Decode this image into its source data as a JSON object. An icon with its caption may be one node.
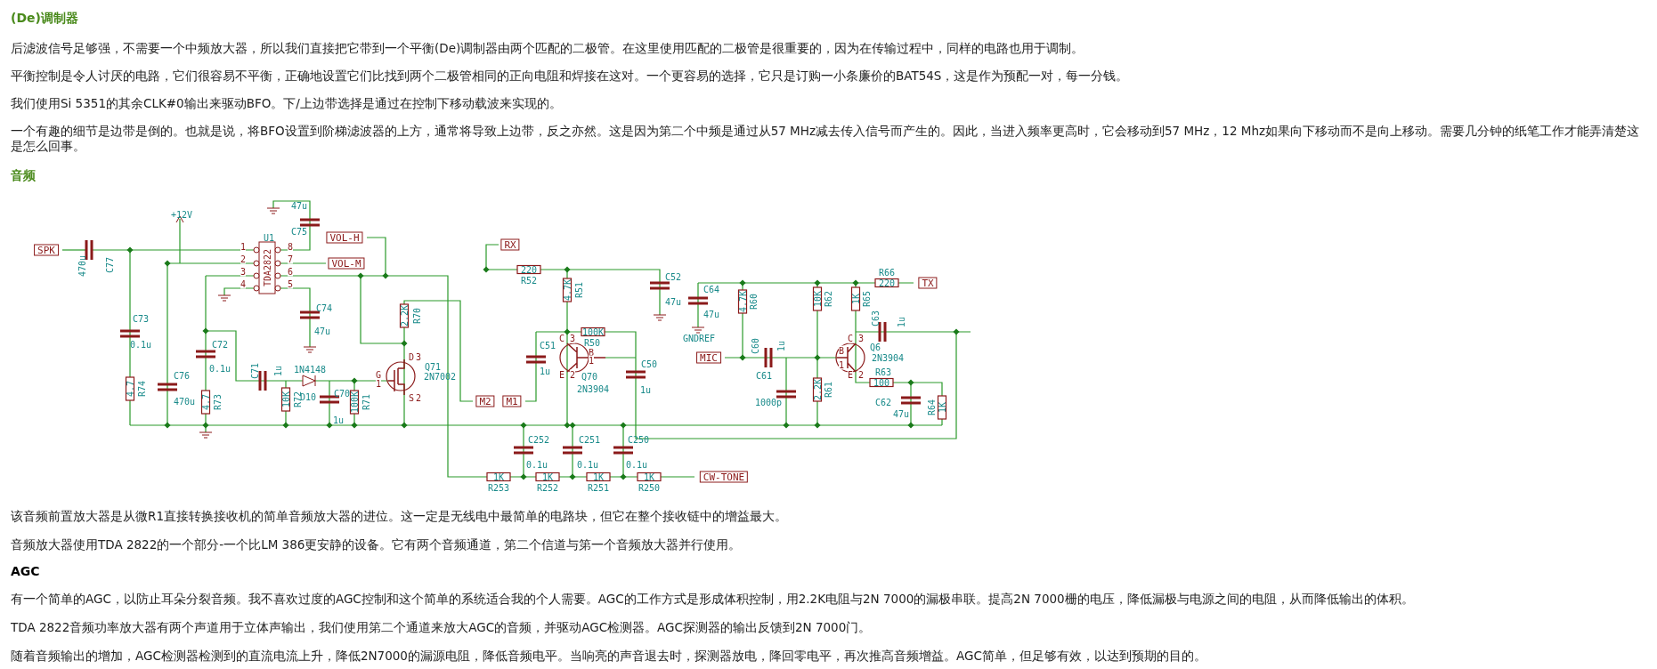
{
  "diagram": {
    "title": "(De)调制器",
    "labels": [
      "后滤波信号足够强，不需要一个中频放大器，所以我们直接把它带到一个平衡(De)调制器由两个匹配的二极管。在这里使用匹配的二极管是很重要的，因为在传输过程中，同样的电路也用于调制。",
      "平衡控制是令人讨厌的电路，它们很容易不平衡，正确地设置它们比找到两个二极管相同的正向电阻和焊接在这对。一个更容易的选择，它只是订购一小条廉价的BAT54S，这是作为预配一对，每一分钱。",
      "我们使用Si 5351的其余CLK#0输出来驱动BFO。下/上边带选择是通过在控制下移动载波来实现的。",
      "一个有趣的细节是边带是倒的。也就是说，将BFO设置到阶梯滤波器的上方，通常将导致上边带，反之亦然。这是因为第二个中频是通过从57 MHz减去传入信号而产生的。因此，当进入频率更高时，它会移动到57 MHz，12 Mhz如果向下移动而不是向上移动。需要几分钟的纸笔工作才能弄清楚这是怎么回事。",
      "音频",
      "+12V",
      "47u",
      "U1",
      "C75",
      "VOL-H",
      "SPK",
      "1",
      "8",
      "2",
      "7",
      "VOL-M",
      "470u",
      "C77",
      "TDA2822",
      "3",
      "6",
      "4",
      "5",
      "C74",
      "47u",
      "C73",
      "0.1u",
      "2.2K",
      "R70",
      "C72",
      "0.1u",
      "C76",
      "470u",
      "4.7",
      "R74",
      "4.7",
      "R73",
      "C71",
      "1u",
      "1N4148",
      "D10",
      "G",
      "1",
      "D",
      "3",
      "Q71",
      "2N7002",
      "S",
      "2",
      "10K",
      "R72",
      "C70",
      "1u",
      "100K",
      "R71",
      "M2",
      "RX",
      "220",
      "R52",
      "4.7K",
      "R51",
      "C52",
      "47u",
      "R66",
      "220",
      "TX",
      "C64",
      "47u",
      "4.7K",
      "R60",
      "10K",
      "R62",
      "1K",
      "R65",
      "C63",
      "1u",
      "GNDREF",
      "C51",
      "1u",
      "100K",
      "R50",
      "C",
      "3",
      "B",
      "1",
      "E",
      "2",
      "Q70",
      "2N3904",
      "C50",
      "1u",
      "M1",
      "MIC",
      "C60",
      "1u",
      "C61",
      "1000p",
      "2.2K",
      "R61",
      "B",
      "1",
      "C",
      "3",
      "E",
      "2",
      "Q6",
      "2N3904",
      "R63",
      "100",
      "C62",
      "47u",
      "R64",
      "1K",
      "C252",
      "0.1u",
      "C251",
      "0.1u",
      "C250",
      "0.1u",
      "1K",
      "R253",
      "1K",
      "R252",
      "1K",
      "R251",
      "1K",
      "R250",
      "CW-TONE",
      "该音频前置放大器是从微R1直接转换接收机的简单音频放大器的进位。这一定是无线电中最简单的电路块，但它在整个接收链中的增益最大。",
      "音频放大器使用TDA 2822的一个部分-一个比LM 386更安静的设备。它有两个音频通道，第二个信道与第一个音频放大器并行使用。",
      "AGC",
      "有一个简单的AGC，以防止耳朵分裂音频。我不喜欢过度的AGC控制和这个简单的系统适合我的个人需要。AGC的工作方式是形成体积控制，用2.2K电阻与2N 7000的漏极串联。提高2N 7000栅的电压，降低漏极与电源之间的电阻，从而降低输出的体积。",
      "TDA 2822音频功率放大器有两个声道用于立体声输出，我们使用第二个通道来放大AGC的音频，并驱动AGC检测器。AGC探测器的输出反馈到2N 7000门。",
      "随着音频输出的增加，AGC检测器检测到的直流电流上升，降低2N7000的漏源电阻，降低音频电平。当响亮的声音退去时，探测器放电，降回零电平，再次推高音频增益。AGC简单，但足够有效，以达到预期的目的。"
    ]
  }
}
